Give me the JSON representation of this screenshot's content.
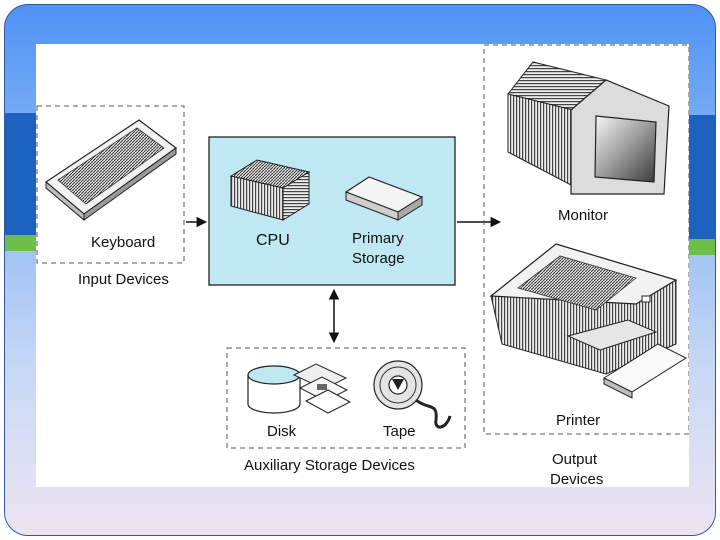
{
  "diagram": {
    "input": {
      "device_label": "Keyboard",
      "group_label": "Input Devices"
    },
    "cpu_group": {
      "cpu_label": "CPU",
      "primary_line1": "Primary",
      "primary_line2": "Storage"
    },
    "auxiliary": {
      "disk_label": "Disk",
      "tape_label": "Tape",
      "group_label": "Auxiliary Storage Devices"
    },
    "output": {
      "monitor_label": "Monitor",
      "printer_label": "Printer",
      "group_line1": "Output",
      "group_line2": "Devices"
    }
  }
}
